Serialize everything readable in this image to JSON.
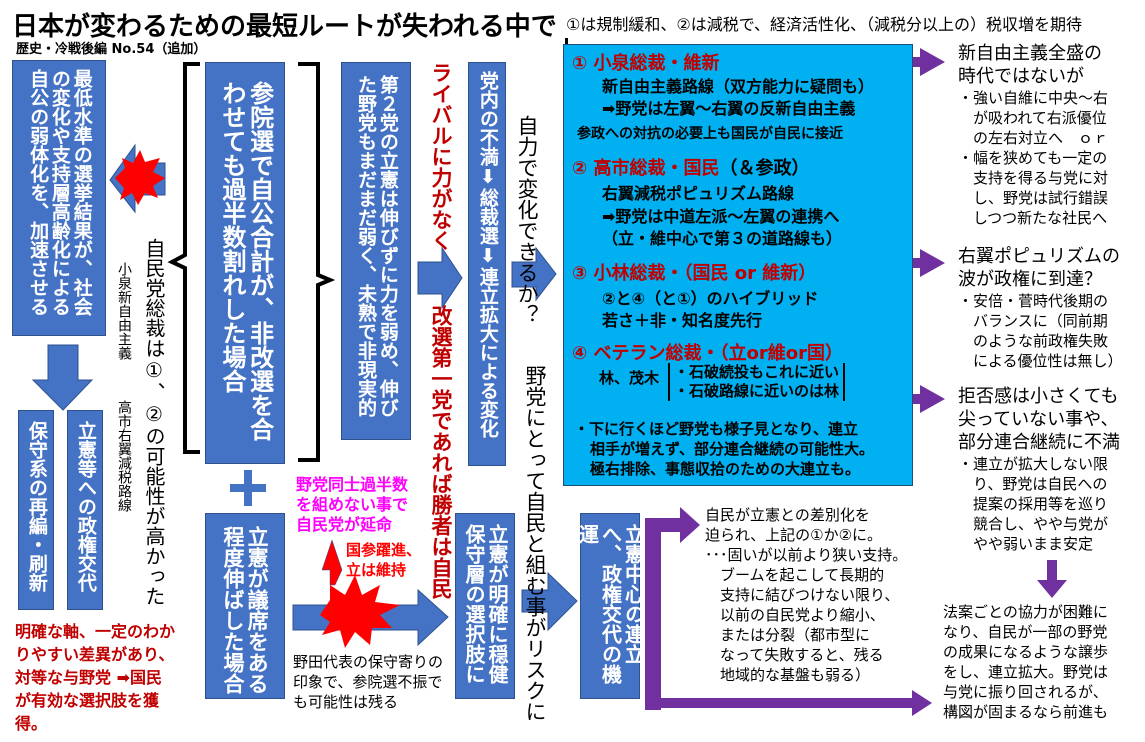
{
  "header": {
    "title": "日本が変わるための最短ルートが失われる中で",
    "subtitle": "歴史・冷戦後編 No.54（追加）",
    "note": "①は規制緩和、②は減税で、経済活性化、（減税分以上の）税収増を期待"
  },
  "left": {
    "box_trend": "最低水準の選挙結果が、社会の変化や支持層高齢化による自公の弱体化を、加速させる",
    "ldp_president": "自民党総裁は①、②の可能性が高かった",
    "koizumi_label": "小泉新自由主義",
    "takaichi_label": "高市右翼減税路線",
    "box_conservative": "保守系の再編・刷新",
    "box_cdp_change": "立憲等への政権交代",
    "clear_axis": "明確な軸、一定のわかりやすい差異があり、対等な与野党 ➡国民が有効な選択肢を獲得。"
  },
  "middle": {
    "box_upper_house": "参院選で自公合計が、非改選を合わせても過半数割れした場合",
    "box_second_party": "第２党の立憲は伸びずに力を弱め、伸びた野党もまだまだ弱く、未熟で非現実的",
    "rival_weak": "ライバルに力がなく",
    "winner": "改選第一党であれば勝者は自民",
    "box_intra_party": "党内の不満⬇総裁選⬇連立拡大による変化",
    "self_change": "自力で変化できるか？",
    "opposition_risk": "野党にとって自民と組む事がリスクに",
    "plus": "＋",
    "box_cdp_seats": "立憲が議席をある程度伸ばした場合",
    "no_majority": "野党同士過半数を組めない事で自民党が延命",
    "kokumin_sansei": "国参躍進、立は維持",
    "noda": "野田代表の保守寄りの印象で、参院選不振でも可能性は残る",
    "box_cdp_clear": "立憲が明確に穏健保守層の選択肢に",
    "box_cdp_coalition": "立憲中心の連立へ、政権交代の機運"
  },
  "scenarios": {
    "s1": {
      "title": "① 小泉総裁・維新",
      "line1": "新自由主義路線（双方能力に疑問も）",
      "line2": "➡野党は左翼～右翼の反新自由主義",
      "note": "参政への対抗の必要上も国民が自民に接近"
    },
    "s2": {
      "title": "② 高市総裁・国民",
      "suffix": "（＆参政）",
      "line1": "右翼減税ポピュリズム路線",
      "line2": "➡野党は中道左派～左翼の連携へ",
      "line3": "（立・維中心で第３の道路線も）"
    },
    "s3": {
      "title": "③ 小林総裁・（国民 or 維新）",
      "line1": "②と④（と①）のハイブリッド",
      "line2": "若さ＋非・知名度先行"
    },
    "s4": {
      "title": "④ ベテラン総裁・（立or維or国）",
      "names": "林、茂木",
      "b1": "・石破続投もこれに近い",
      "b2": "・石破路線に近いのは林"
    },
    "footer": [
      "・下に行くほど野党も様子見となり、連立",
      "相手が増えず、部分連合継続の可能性大。",
      "極右排除、事態収拾のための大連立も。"
    ]
  },
  "outcomes": {
    "o1": {
      "head": [
        "新自由主義全盛の",
        "時代ではないが"
      ],
      "body": [
        "・強い自維に中央～右",
        "が吸われて右派優位",
        "の左右対立へ　ｏｒ",
        "・幅を狭めても一定の",
        "支持を得る与党に対",
        "し、野党は試行錯誤",
        "しつつ新たな社民へ"
      ]
    },
    "o2": {
      "head": [
        "右翼ポピュリズムの",
        "波が政権に到達？"
      ],
      "body": [
        "・安倍・菅時代後期の",
        "バランスに（同前期",
        "のような前政権失敗",
        "による優位性は無し）"
      ]
    },
    "o3": {
      "head": [
        "拒否感は小さくても",
        "尖っていない事や、",
        "部分連合継続に不満"
      ],
      "body": [
        "・連立が拡大しない限",
        "り、野党は自民への",
        "提案の採用等を巡り",
        "競合し、やや与党が",
        "やや弱いまま安定"
      ]
    },
    "o4": [
      "法案ごとの協力が困難に",
      "なり、自民が一部の野党",
      "の成果になるような譲歩",
      "をし、連立拡大。野党は",
      "与党に振り回されるが、",
      "構図が固まるなら前進も"
    ],
    "ldp_diff": [
      "自民が立憲との差別化を",
      "迫られ、上記の①か②に。",
      "･･･固いが以前より狭い支持。",
      "　ブームを起こして長期的",
      "　支持に結びつけない限り、",
      "　以前の自民党より縮小、",
      "　または分裂（都市型に",
      "　なって失敗すると、残る",
      "　地域的な基盤も弱る）"
    ]
  },
  "colors": {
    "box": "#4472c4",
    "scenario_bg": "#00b0f0",
    "arrow": "#7030a0",
    "red": "#c00000",
    "magenta": "#ff00ff",
    "burst": "#ff0000"
  }
}
